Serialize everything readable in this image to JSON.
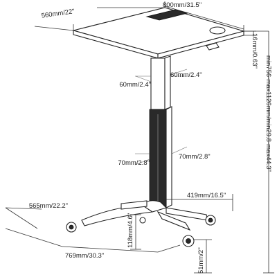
{
  "dimensions": {
    "top_width": "800mm/31.5\"",
    "top_depth": "560mm/22\"",
    "top_thickness": "16mm/0.63\"",
    "upper_col_left": "60mm/2.4\"",
    "upper_col_right": "60mm/2.4\"",
    "lower_col_left": "70mm/2.8\"",
    "lower_col_right": "70mm/2.8\"",
    "base_rear": "419mm/16.5\"",
    "base_depth": "565mm/22.2\"",
    "base_width": "769mm/30.3\"",
    "base_height": "118mm/4.6\"",
    "wheel_height": "51mm/2\"",
    "height_range": "min756-max1126mm/min29.8-max44.3\""
  },
  "colors": {
    "line": "#333333",
    "column": "#2a2a2a"
  }
}
